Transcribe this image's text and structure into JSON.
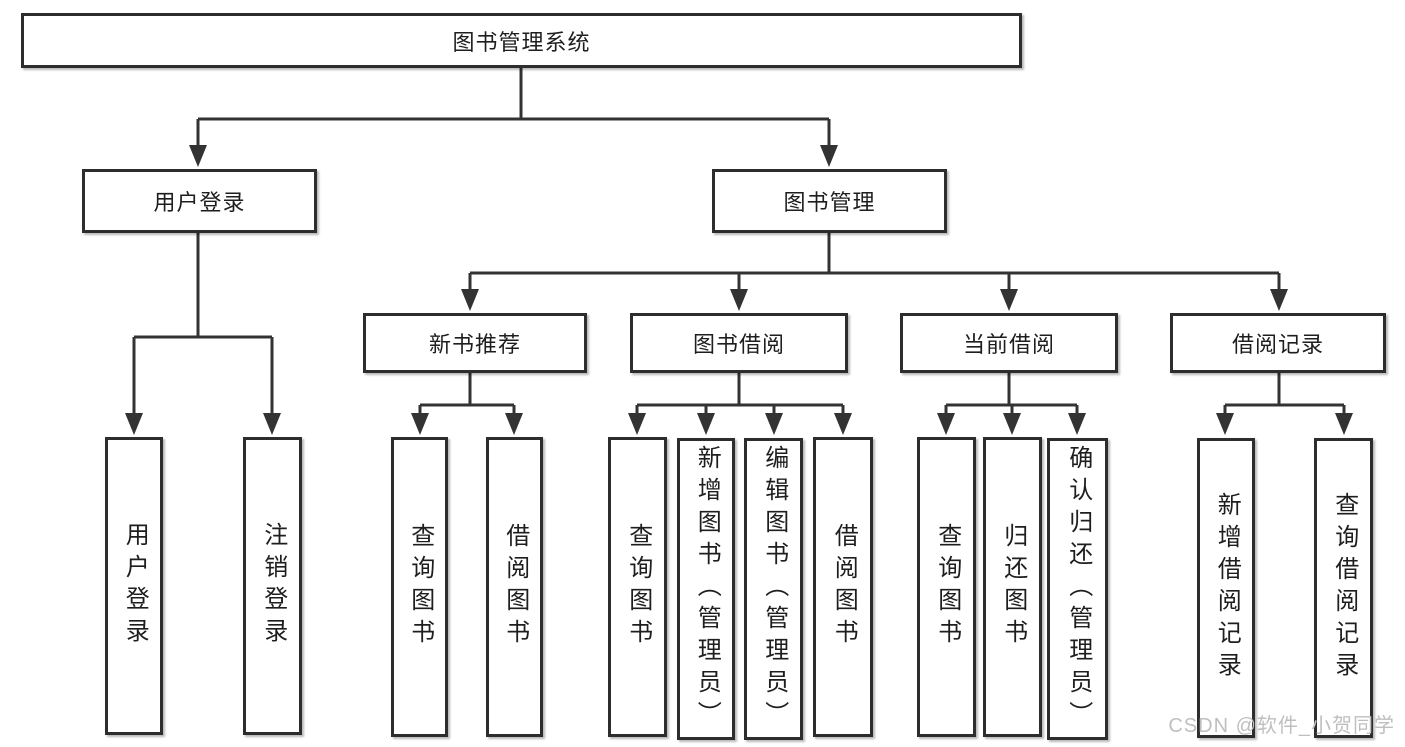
{
  "nodes": {
    "root": "图书管理系统",
    "user_login": "用户登录",
    "book_mgmt": "图书管理",
    "ul_login": "用户登录",
    "ul_logout": "注销登录",
    "rec": "新书推荐",
    "borrow": "图书借阅",
    "current": "当前借阅",
    "records": "借阅记录",
    "rec_query": "查询图书",
    "rec_borrow": "借阅图书",
    "bw_query": "查询图书",
    "bw_add": "新增图书（管理员）",
    "bw_edit": "编辑图书（管理员）",
    "bw_borrow": "借阅图书",
    "cur_query": "查询图书",
    "cur_return": "归还图书",
    "cur_confirm": "确认归还（管理员）",
    "rc_add": "新增借阅记录",
    "rc_query": "查询借阅记录"
  },
  "watermark": {
    "text": "CSDN @软件_小贺同学"
  },
  "colors": {
    "line": "#333333",
    "box_border": "#2d2d2d",
    "text": "#1e1e1e",
    "background": "#ffffff",
    "watermark": "#bfbfbf"
  }
}
